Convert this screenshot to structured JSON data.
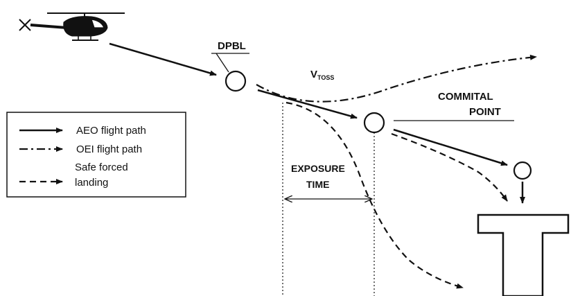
{
  "labels": {
    "dpbl": "DPBL",
    "vtoss_v": "V",
    "vtoss_sub": "TOSS",
    "commital_line1": "COMMITAL",
    "commital_line2": "POINT",
    "exposure_line1": "EXPOSURE",
    "exposure_line2": "TIME"
  },
  "legend": {
    "items": [
      {
        "style": "solid",
        "label": "AEO flight path"
      },
      {
        "style": "dash-dot",
        "label": "OEI flight path"
      },
      {
        "style": "dashed",
        "label_line1": "Safe forced",
        "label_line2": "landing"
      }
    ]
  },
  "colors": {
    "ink": "#111111",
    "background": "#ffffff"
  },
  "icons": [
    "helicopter-icon",
    "waypoint-circle",
    "helipad-platform"
  ]
}
